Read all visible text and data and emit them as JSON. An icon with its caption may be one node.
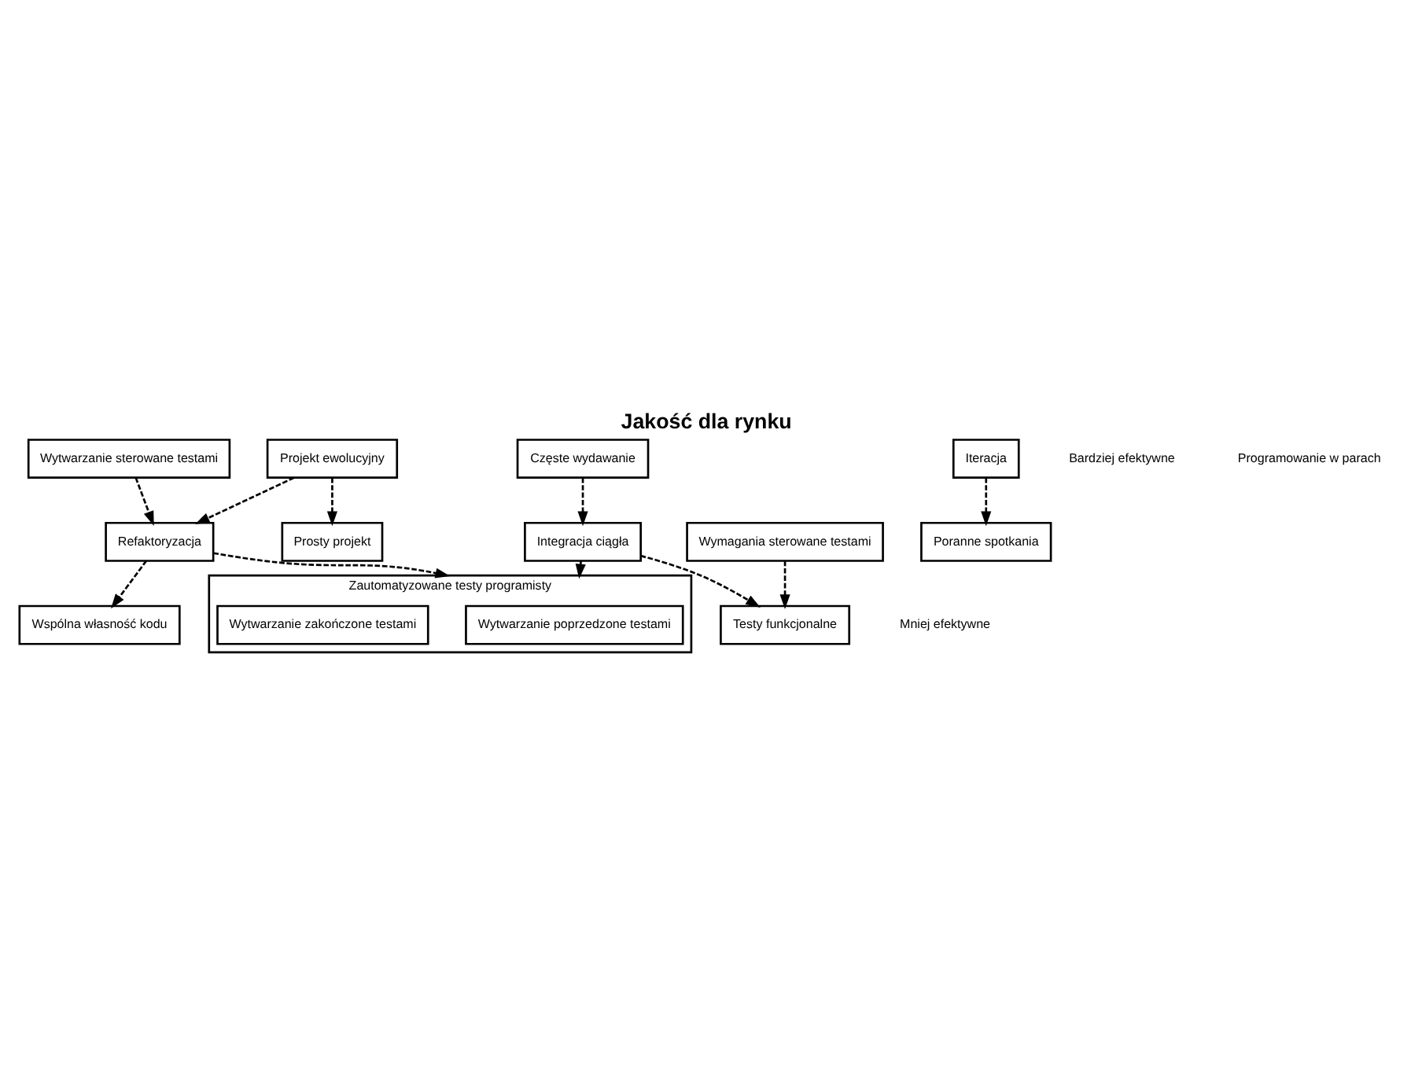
{
  "diagram": {
    "title": "Jakość dla rynku",
    "nodes": [
      {
        "text": [
          "Zautomatyzowane testy programisty"
        ]
      },
      {
        "text": [
          "Wytwarzanie poprzedzone testami"
        ],
        "in": 0
      },
      {
        "text": [
          "Wytwarzanie zakończone testami"
        ],
        "in": 0
      },
      {
        "text": [
          "Wytwarzanie sterowane testami"
        ]
      },
      {
        "text": [
          "Wymagania sterowane testami"
        ]
      },
      {
        "text": [
          "Refaktoryzacja"
        ]
      },
      {
        "text": [
          "Testy funkcjonalne"
        ]
      },
      {
        "text": [
          "Wspólna własność kodu"
        ]
      },
      {
        "text": [
          "Projekt ewolucyjny"
        ]
      },
      {
        "text": [
          "Integracja ciągła"
        ]
      },
      {
        "text": [
          "Iteracja"
        ]
      },
      {
        "text": [
          "Częste wydawanie"
        ]
      },
      {
        "text": [
          "Prosty projekt"
        ]
      },
      {
        "text": [
          "Poranne spotkania"
        ]
      }
    ],
    "edges": [
      {
        "from": 3,
        "to": 5,
        "arrow": "to",
        "style": "dashed"
      },
      {
        "from": 5,
        "to": 0,
        "arrow": "to",
        "style": "dashed"
      },
      {
        "from": 5,
        "to": 7,
        "arrow": "to",
        "style": "dashed"
      },
      {
        "from": 8,
        "to": 5,
        "arrow": "to",
        "style": "dashed"
      },
      {
        "from": 8,
        "to": 12,
        "arrow": "to",
        "style": "dashed"
      },
      {
        "from": 4,
        "to": 6,
        "arrow": "to",
        "style": "dashed"
      },
      {
        "from": 9,
        "to": 6,
        "arrow": "to",
        "style": "dashed"
      },
      {
        "from": 11,
        "to": 9,
        "arrow": "to",
        "style": "dashed"
      },
      {
        "from": 10,
        "to": 13,
        "arrow": "to",
        "style": "dashed"
      },
      {
        "from": 9,
        "to": 0,
        "arrow": "to",
        "style": "dashed"
      }
    ],
    "labels": [
      "Bardziej efektywne",
      "Programowanie w parach",
      "Mniej efektywne"
    ]
  }
}
